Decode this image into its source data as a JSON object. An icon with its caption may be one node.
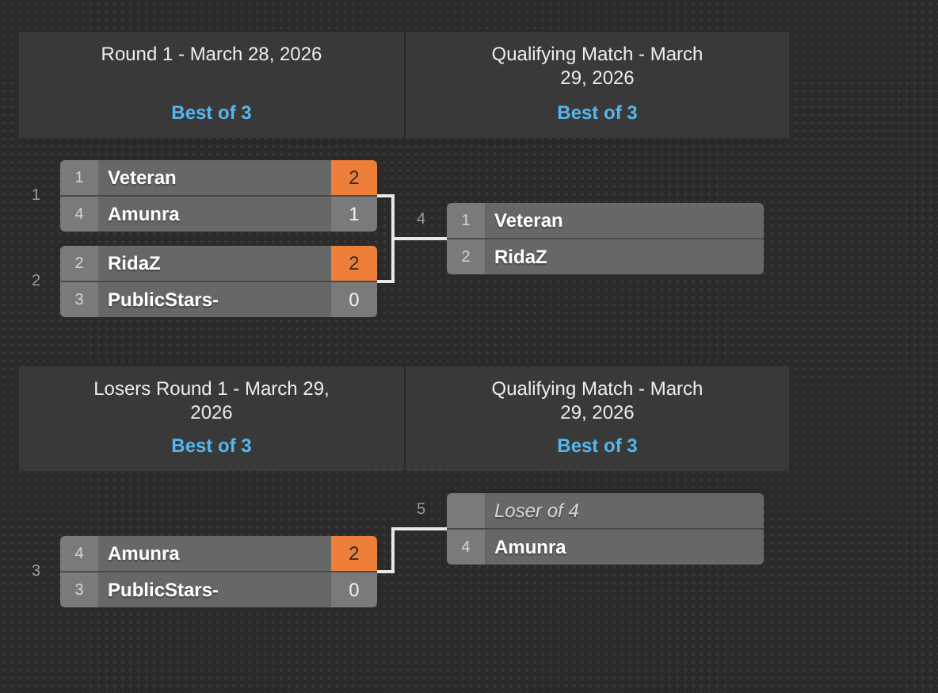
{
  "diagram": {
    "nodes": [
      {
        "text": [
          "Round 1 - March 28, 2026",
          "Best of 3"
        ]
      },
      {
        "text": [
          "Qualifying Match - March 29, 2026",
          "Best of 3"
        ]
      },
      {
        "text": [
          "1",
          "Veteran",
          "2",
          "4",
          "Amunra",
          "1"
        ],
        "beside": [
          "1"
        ]
      },
      {
        "text": [
          "2",
          "RidaZ",
          "2",
          "3",
          "PublicStars-",
          "0"
        ],
        "beside": [
          "2"
        ]
      },
      {
        "text": [
          "1",
          "Veteran",
          "2",
          "RidaZ"
        ],
        "beside": [
          "4"
        ]
      },
      {
        "text": [
          "Losers Round 1 - March 29, 2026",
          "Best of 3"
        ]
      },
      {
        "text": [
          "Qualifying Match - March 29, 2026",
          "Best of 3"
        ]
      },
      {
        "text": [
          "4",
          "Amunra",
          "2",
          "3",
          "PublicStars-",
          "0"
        ],
        "beside": [
          "3"
        ]
      },
      {
        "text": [
          "Loser of 4",
          "4",
          "Amunra"
        ],
        "beside": [
          "5"
        ]
      }
    ],
    "edges": [
      {
        "from": 2,
        "to": 4,
        "arrow": "none"
      },
      {
        "from": 3,
        "to": 4,
        "arrow": "none"
      },
      {
        "from": 7,
        "to": 8,
        "arrow": "none"
      }
    ]
  }
}
